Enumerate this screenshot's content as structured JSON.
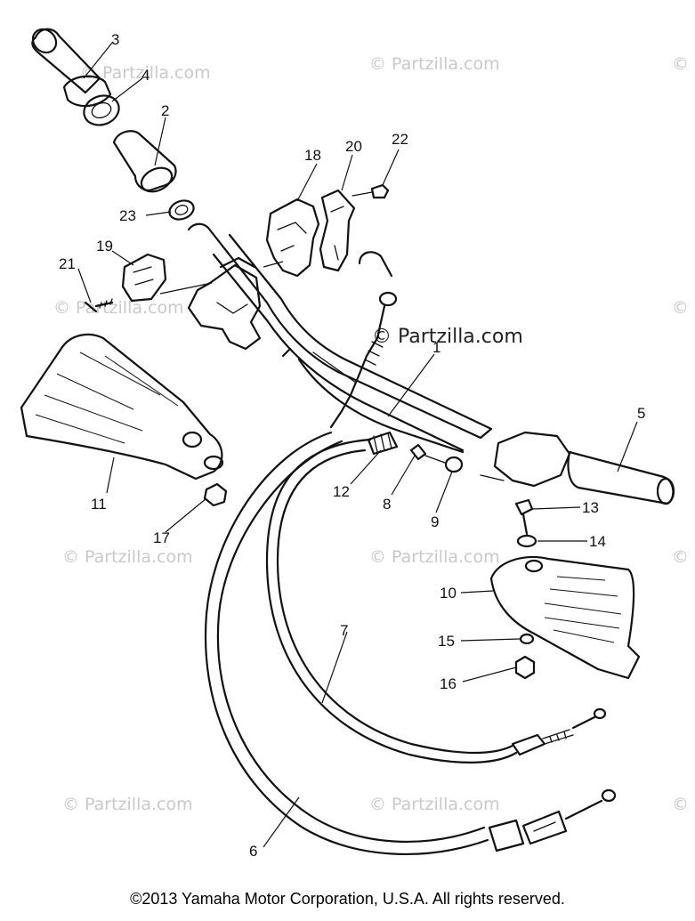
{
  "watermark": "© Partzilla.com",
  "copyright": "©2013  Yamaha Motor Corporation, U.S.A. All rights reserved.",
  "callouts": [
    "1",
    "2",
    "3",
    "4",
    "5",
    "6",
    "7",
    "8",
    "9",
    "10",
    "11",
    "12",
    "13",
    "14",
    "15",
    "16",
    "17",
    "18",
    "19",
    "20",
    "21",
    "22",
    "23"
  ]
}
